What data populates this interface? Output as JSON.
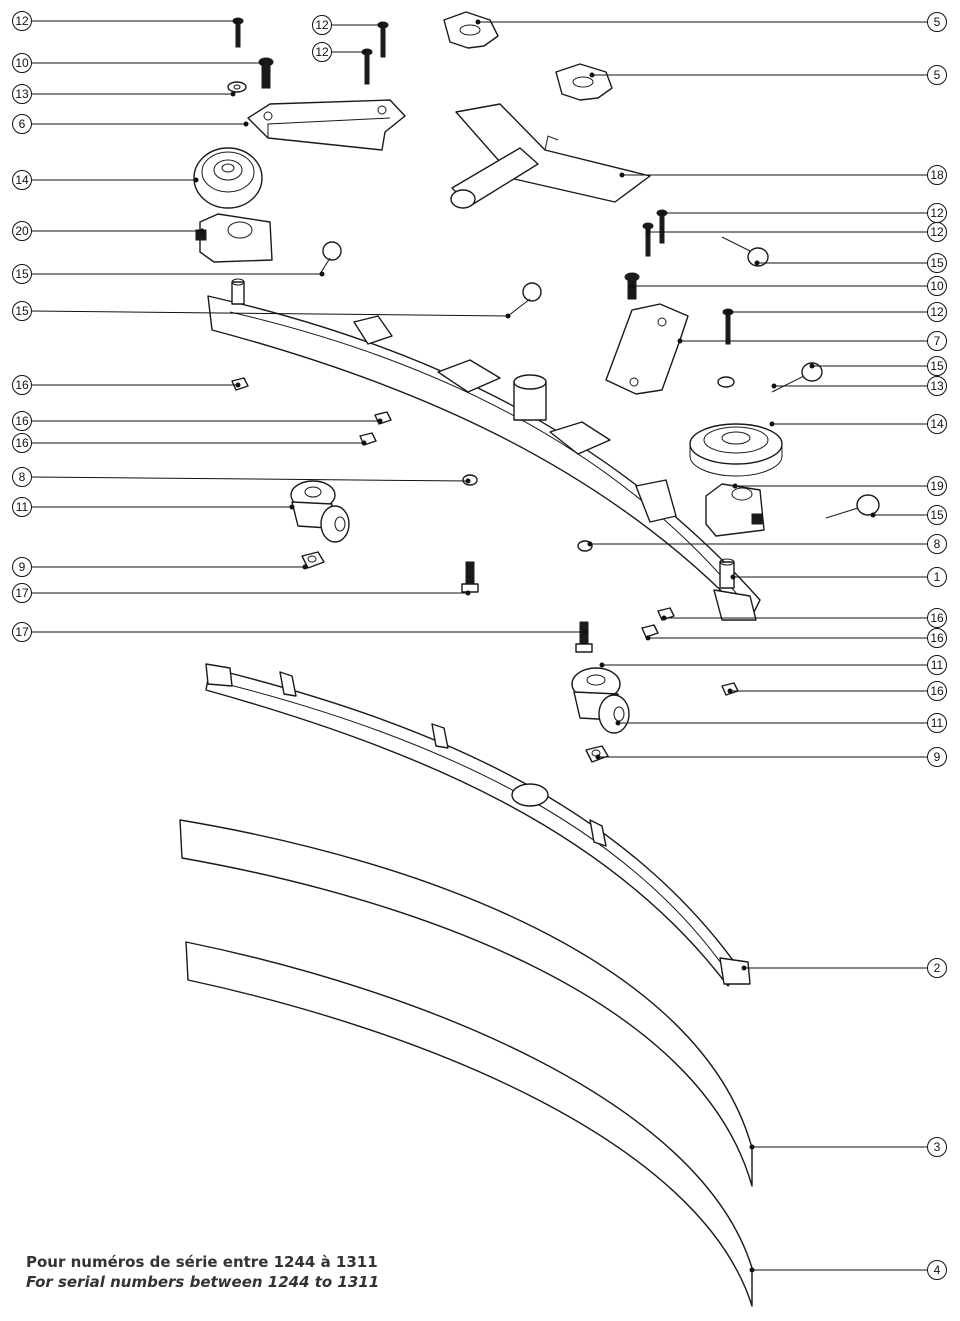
{
  "caption": {
    "french": "Pour numéros de série entre 1244 à 1311",
    "english": "For serial numbers between 1244 to 1311"
  },
  "callouts": [
    {
      "id": "c1",
      "label": "12"
    },
    {
      "id": "c2",
      "label": "12"
    },
    {
      "id": "c3",
      "label": "12"
    },
    {
      "id": "c4",
      "label": "10"
    },
    {
      "id": "c5",
      "label": "13"
    },
    {
      "id": "c6",
      "label": "6"
    },
    {
      "id": "c7",
      "label": "14"
    },
    {
      "id": "c8",
      "label": "20"
    },
    {
      "id": "c9",
      "label": "15"
    },
    {
      "id": "c10",
      "label": "15"
    },
    {
      "id": "c11",
      "label": "16"
    },
    {
      "id": "c12",
      "label": "16"
    },
    {
      "id": "c13",
      "label": "16"
    },
    {
      "id": "c14",
      "label": "8"
    },
    {
      "id": "c15",
      "label": "11"
    },
    {
      "id": "c16",
      "label": "9"
    },
    {
      "id": "c17",
      "label": "17"
    },
    {
      "id": "c18",
      "label": "17"
    },
    {
      "id": "c19",
      "label": "5"
    },
    {
      "id": "c20",
      "label": "5"
    },
    {
      "id": "c21",
      "label": "18"
    },
    {
      "id": "c22",
      "label": "12"
    },
    {
      "id": "c23",
      "label": "12"
    },
    {
      "id": "c24",
      "label": "15"
    },
    {
      "id": "c25",
      "label": "10"
    },
    {
      "id": "c26",
      "label": "12"
    },
    {
      "id": "c27",
      "label": "7"
    },
    {
      "id": "c28",
      "label": "15"
    },
    {
      "id": "c29",
      "label": "13"
    },
    {
      "id": "c30",
      "label": "14"
    },
    {
      "id": "c31",
      "label": "19"
    },
    {
      "id": "c32",
      "label": "15"
    },
    {
      "id": "c33",
      "label": "8"
    },
    {
      "id": "c34",
      "label": "1"
    },
    {
      "id": "c35",
      "label": "16"
    },
    {
      "id": "c36",
      "label": "16"
    },
    {
      "id": "c37",
      "label": "11"
    },
    {
      "id": "c38",
      "label": "16"
    },
    {
      "id": "c39",
      "label": "11"
    },
    {
      "id": "c40",
      "label": "9"
    },
    {
      "id": "c41",
      "label": "2"
    },
    {
      "id": "c42",
      "label": "3"
    },
    {
      "id": "c43",
      "label": "4"
    }
  ]
}
